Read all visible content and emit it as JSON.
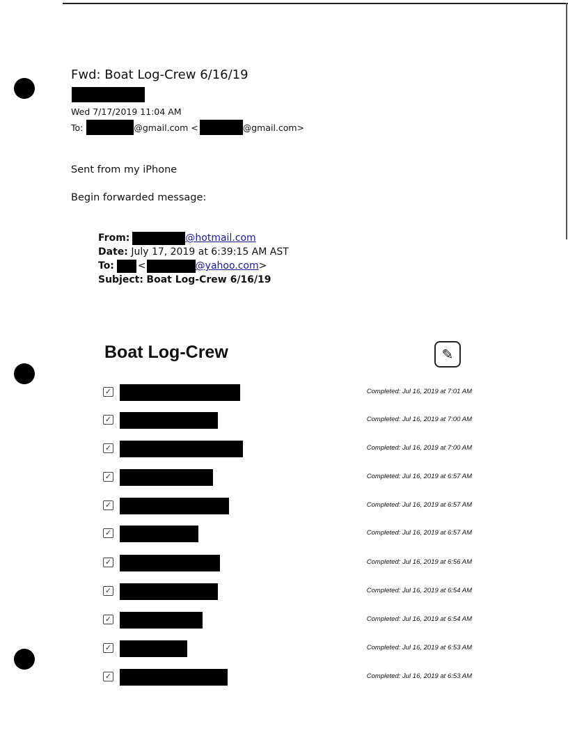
{
  "email": {
    "subject": "Fwd: Boat Log-Crew 6/16/19",
    "date": "Wed 7/17/2019 11:04 AM",
    "to_label": "To:",
    "to_addr1": "@gmail.com <",
    "to_addr2": "@gmail.com>",
    "body_line1": "Sent from my iPhone",
    "body_line2": "Begin forwarded message:"
  },
  "forwarded": {
    "from_label": "From:",
    "from_addr": "@hotmail.com",
    "date_label": "Date:",
    "date_value": "July 17, 2019 at 6:39:15 AM AST",
    "to_label": "To:",
    "to_lt": "<",
    "to_addr": "@yahoo.com",
    "to_gt": ">",
    "subject_label": "Subject:",
    "subject_value": "Boat Log-Crew 6/16/19"
  },
  "log": {
    "title": "Boat Log-Crew",
    "items": [
      {
        "completed": "Completed: Jul 16, 2019 at 7:01 AM"
      },
      {
        "completed": "Completed: Jul 16, 2019 at 7:00 AM"
      },
      {
        "completed": "Completed: Jul 16, 2019 at 7:00 AM"
      },
      {
        "completed": "Completed: Jul 16, 2019 at 6:57 AM"
      },
      {
        "completed": "Completed: Jul 16, 2019 at 6:57 AM"
      },
      {
        "completed": "Completed: Jul 16, 2019 at 6:57 AM"
      },
      {
        "completed": "Completed: Jul 16, 2019 at 6:56 AM"
      },
      {
        "completed": "Completed: Jul 16, 2019 at 6:54 AM"
      },
      {
        "completed": "Completed: Jul 16, 2019 at 6:54 AM"
      },
      {
        "completed": "Completed: Jul 16, 2019 at 6:53 AM"
      },
      {
        "completed": "Completed: Jul 16, 2019 at 6:53 AM"
      }
    ]
  }
}
